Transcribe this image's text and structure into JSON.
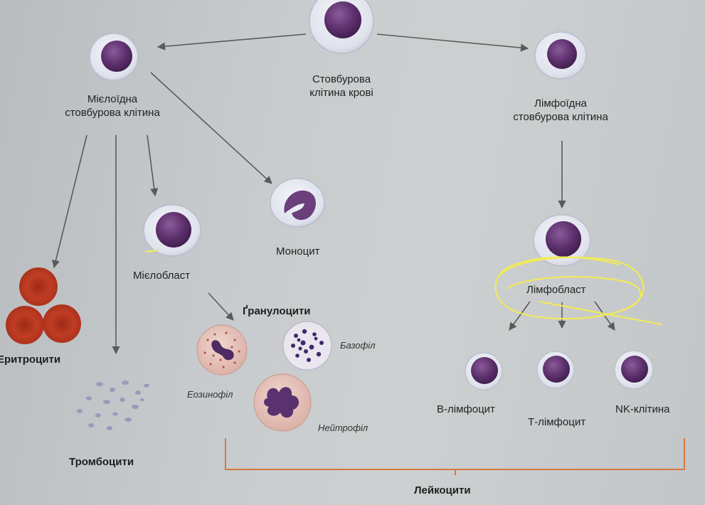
{
  "labels": {
    "stem": "Стовбурова клітина крові",
    "stem_l1": "Стовбурова",
    "stem_l2": "клітина крові",
    "myeloid_l1": "Мієлоїдна",
    "myeloid_l2": "стовбурова клітина",
    "lymphoid_l1": "Лімфоїдна",
    "lymphoid_l2": "стовбурова клітина",
    "monocyte": "Моноцит",
    "myeloblast": "Мієлобласт",
    "granulocytes": "Ґранулоцити",
    "basophil": "Базофіл",
    "eosinophil": "Еозинофіл",
    "neutrophil": "Нейтрофіл",
    "erythrocytes": "Еритроцити",
    "platelets": "Тромбоцити",
    "lymphoblast": "Лімфобласт",
    "b_lymphocyte": "В-лімфоцит",
    "t_lymphocyte": "Т-лімфоцит",
    "nk_cell": "NK-клітина",
    "leukocytes": "Лейкоцити"
  },
  "colors": {
    "arrow": "#5a5a5a",
    "bracket": "#d4793f",
    "highlight": "#f2ec52",
    "nucleus": "#5b2f6b",
    "cytoplasm": "#e6e8f0",
    "erythrocyte": "#b5361f"
  }
}
